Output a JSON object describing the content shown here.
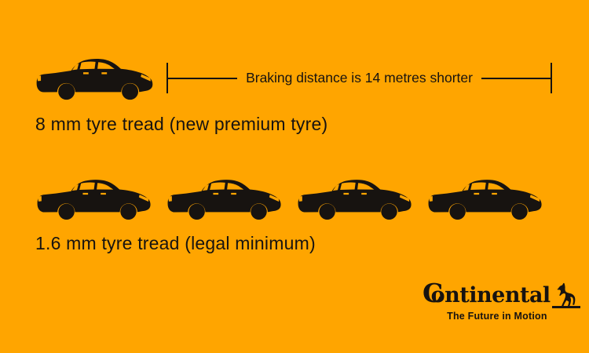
{
  "colors": {
    "background": "#FFA500",
    "ink": "#171310"
  },
  "top_section": {
    "car_count": 1,
    "bracket_label": "Braking distance is 14 metres shorter",
    "tread_label": "8 mm tyre tread (new premium tyre)"
  },
  "bottom_section": {
    "car_count": 4,
    "tread_label": "1.6 mm tyre tread (legal minimum)"
  },
  "logo": {
    "brand": "Continental",
    "brand_parts": {
      "c": "C",
      "o": "o",
      "rest": "ntinental"
    },
    "tagline": "The Future in Motion",
    "horse_icon": "rearing-horse-icon"
  }
}
